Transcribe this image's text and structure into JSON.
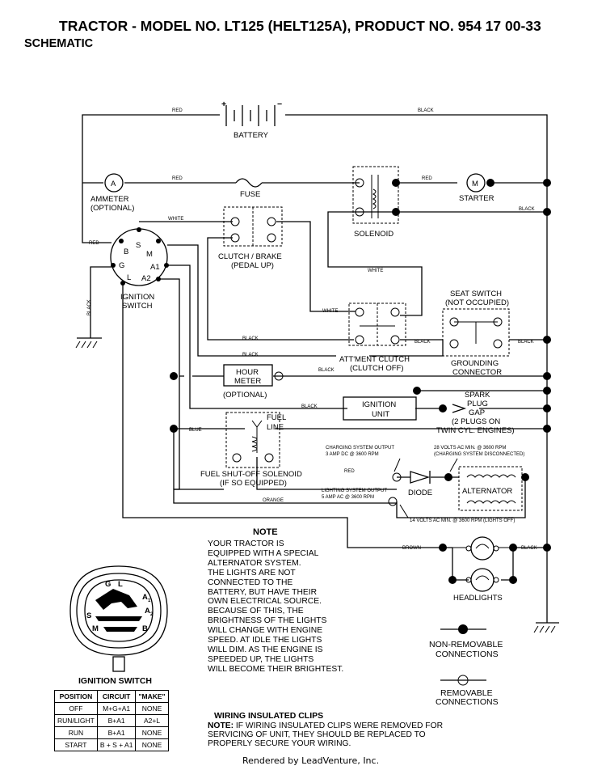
{
  "header": {
    "title": "TRACTOR - MODEL NO. LT125 (HELT125A), PRODUCT NO. 954 17 00-33",
    "subtitle": "SCHEMATIC"
  },
  "wires": {
    "red": "RED",
    "black": "BLACK",
    "white": "WHITE",
    "blue": "BLUE",
    "orange": "ORANGE",
    "brown": "BROWN"
  },
  "components": {
    "battery": "BATTERY",
    "battery_plus": "+",
    "battery_minus": "−",
    "ammeter_symbol": "A",
    "ammeter_l1": "AMMETER",
    "ammeter_l2": "(OPTIONAL)",
    "fuse": "FUSE",
    "starter_symbol": "M",
    "starter": "STARTER",
    "solenoid": "SOLENOID",
    "clutch_l1": "CLUTCH / BRAKE",
    "clutch_l2": "(PEDAL UP)",
    "ignition_l1": "IGNITION",
    "ignition_l2": "SWITCH",
    "term_b": "B",
    "term_s": "S",
    "term_m": "M",
    "term_g": "G",
    "term_l": "L",
    "term_a1": "A1",
    "term_a2": "A2",
    "seat_l1": "SEAT SWITCH",
    "seat_l2": "(NOT OCCUPIED)",
    "grounding_l1": "GROUNDING",
    "grounding_l2": "CONNECTOR",
    "attclutch_l1": "ATT'MENT CLUTCH",
    "attclutch_l2": "(CLUTCH OFF)",
    "hour_l1": "HOUR",
    "hour_l2": "METER",
    "hour_l3": "(OPTIONAL)",
    "ign_unit_l1": "IGNITION",
    "ign_unit_l2": "UNIT",
    "spark_l1": "SPARK",
    "spark_l2": "PLUG",
    "spark_l3": "GAP",
    "spark_l4": "(2 PLUGS ON",
    "spark_l5": "TWIN CYL. ENGINES)",
    "fuel_line_l1": "FUEL",
    "fuel_line_l2": "LINE",
    "fuel_sol_l1": "FUEL SHUT-OFF SOLENOID",
    "fuel_sol_l2": "(IF SO EQUIPPED)",
    "charge_l1": "CHARGING SYSTEM OUTPUT",
    "charge_l2": "3 AMP DC @ 3600 RPM",
    "alt28_l1": "28 VOLTS AC MIN. @ 3600 RPM",
    "alt28_l2": "(CHARGING SYSTEM DISCONNECTED)",
    "diode": "DIODE",
    "alternator": "ALTERNATOR",
    "light_l1": "LIGHTING SYSTEM OUTPUT",
    "light_l2": "5 AMP AC @ 3600 RPM",
    "alt14": "14 VOLTS AC MIN. @ 3600 RPM (LIGHTS OFF)",
    "headlights": "HEADLIGHTS"
  },
  "legend": {
    "nonremovable_l1": "NON-REMOVABLE",
    "nonremovable_l2": "CONNECTIONS",
    "removable_l1": "REMOVABLE",
    "removable_l2": "CONNECTIONS"
  },
  "note": {
    "title": "NOTE",
    "lines": [
      "YOUR TRACTOR IS",
      "EQUIPPED WITH A SPECIAL",
      "ALTERNATOR SYSTEM.",
      "THE LIGHTS ARE NOT",
      "CONNECTED TO THE",
      "BATTERY, BUT HAVE THEIR",
      "OWN ELECTRICAL SOURCE.",
      "BECAUSE OF THIS, THE",
      "BRIGHTNESS OF THE LIGHTS",
      "WILL CHANGE WITH ENGINE",
      "SPEED.  AT IDLE THE LIGHTS",
      "WILL DIM.  AS THE ENGINE IS",
      "SPEEDED UP, THE LIGHTS",
      "WILL BECOME THEIR BRIGHTEST."
    ]
  },
  "ignition_face": {
    "g": "G",
    "l": "L",
    "a1": "A",
    "a1_sub": "1",
    "a2": "A",
    "a2_sub": "2",
    "s": "S",
    "m": "M",
    "b": "B"
  },
  "ignition_table": {
    "caption": "IGNITION SWITCH",
    "headers": [
      "POSITION",
      "CIRCUIT",
      "\"MAKE\""
    ],
    "rows": [
      [
        "OFF",
        "M+G+A1",
        "NONE"
      ],
      [
        "RUN/LIGHT",
        "B+A1",
        "A2+L"
      ],
      [
        "RUN",
        "B+A1",
        "NONE"
      ],
      [
        "START",
        "B + S + A1",
        "NONE"
      ]
    ]
  },
  "clips": {
    "title": "WIRING INSULATED CLIPS",
    "note_label": "NOTE:",
    "line1": " IF WIRING INSULATED CLIPS WERE REMOVED FOR",
    "line2": "SERVICING OF UNIT, THEY SHOULD BE REPLACED TO",
    "line3": "PROPERLY SECURE YOUR WIRING."
  },
  "footer": "Rendered by LeadVenture, Inc."
}
